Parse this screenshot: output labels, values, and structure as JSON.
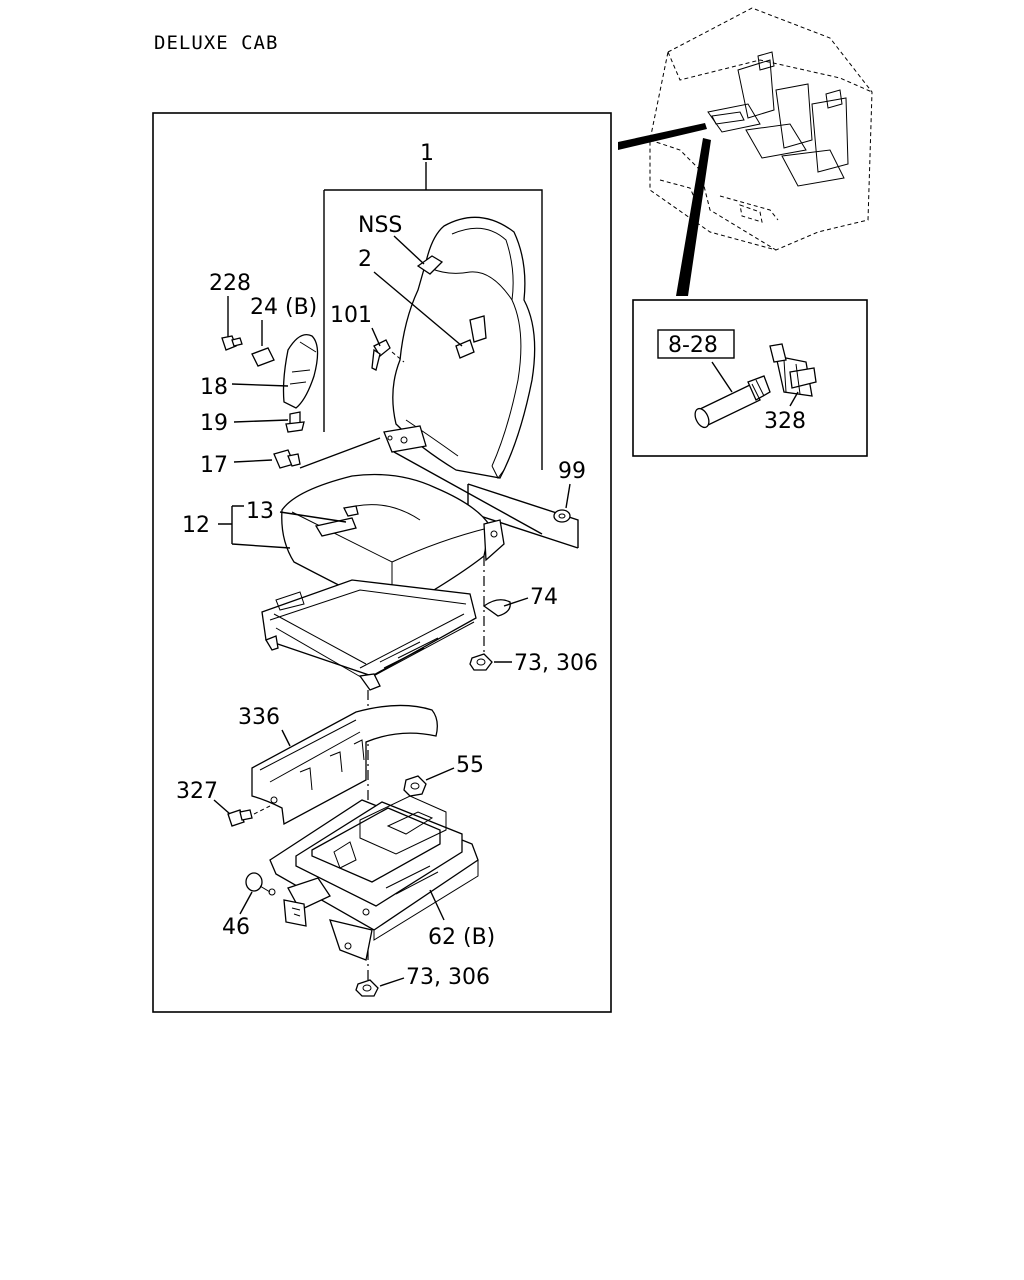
{
  "title": "DELUXE CAB",
  "labels": {
    "p1": "1",
    "nss": "NSS",
    "p2": "2",
    "p101": "101",
    "p228": "228",
    "p24b": "24 (B)",
    "p18": "18",
    "p19": "19",
    "p17": "17",
    "p99": "99",
    "p13": "13",
    "p12": "12",
    "p74": "74",
    "p73_306_upper": "73, 306",
    "p336": "336",
    "p55": "55",
    "p327": "327",
    "p46": "46",
    "p62b": "62 (B)",
    "p73_306_lower": "73, 306",
    "inset_box": "8-28",
    "p328": "328"
  }
}
